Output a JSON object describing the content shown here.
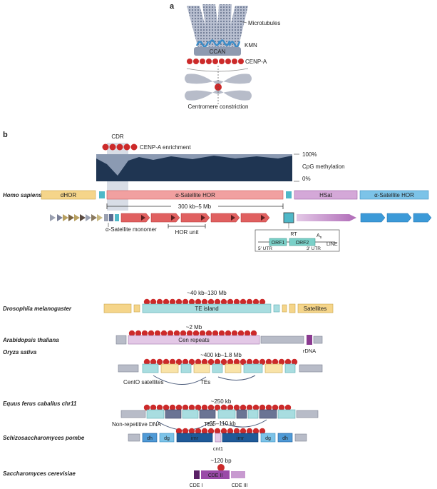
{
  "panel_a": {
    "letter": "a",
    "labels": {
      "microtubules": "Microtubules",
      "kmn": "KMN",
      "ccan": "CCAN",
      "cenp_a": "CENP-A",
      "constriction": "Centromere constriction"
    }
  },
  "panel_b": {
    "letter": "b",
    "human": {
      "cdr": "CDR",
      "enrichment": "CENP-A enrichment",
      "pct_high": "100%",
      "cpg": "CpG methylation",
      "pct_low": "0%",
      "species": "Homo sapiens",
      "segments": {
        "dhor": "dHOR",
        "alpha_hor": "α-Satellite HOR",
        "hsat": "HSat",
        "alpha_hor2": "α-Satellite HOR"
      },
      "size": "300 kb–5 Mb",
      "monomer": "α-Satellite monomer",
      "hor_unit": "HOR unit",
      "line": {
        "rt": "RT",
        "an": "A",
        "an_sub": "n",
        "utr5": "5′ UTR",
        "orf1": "ORF1",
        "orf2": "ORF2",
        "utr3": "3′ UTR",
        "line": "LINE"
      }
    },
    "drosophila": {
      "species": "Drosophila melanogaster",
      "size": "~40 kb–130 Mb",
      "island": "TE island",
      "satellites": "Satellites"
    },
    "arabidopsis": {
      "species": "Arabidopsis thaliana",
      "size": "~2 Mb",
      "cen": "Cen repeats",
      "rdna": "rDNA"
    },
    "oryza": {
      "species": "Oryza sativa",
      "size": "~400 kb–1.8 Mb",
      "cento": "CentO satellites",
      "tes": "TEs"
    },
    "equus": {
      "species": "Equus ferus caballus chr11",
      "size": "~250 kb",
      "nonrep": "Non-repetitive DNA",
      "tes": "TEs"
    },
    "pombe": {
      "species": "Schizosaccharomyces pombe",
      "size": "~35–110 kb",
      "dh": "dh",
      "dg": "dg",
      "imr": "imr",
      "cnt": "cnt1"
    },
    "cerevisiae": {
      "species": "Saccharomyces cerevisiae",
      "size": "~120 bp",
      "cde2": "CDE II",
      "cde1": "CDE I",
      "cde3": "CDE III"
    }
  },
  "colors": {
    "cenp_a": "#cc2a2a",
    "alpha_hor": "#f1a0a0",
    "dhor": "#f5d58a",
    "hsat": "#d4a8d8",
    "sat_blue": "#7cc3e8",
    "te_island": "#a8dde0",
    "grey": "#b8bcc8"
  }
}
